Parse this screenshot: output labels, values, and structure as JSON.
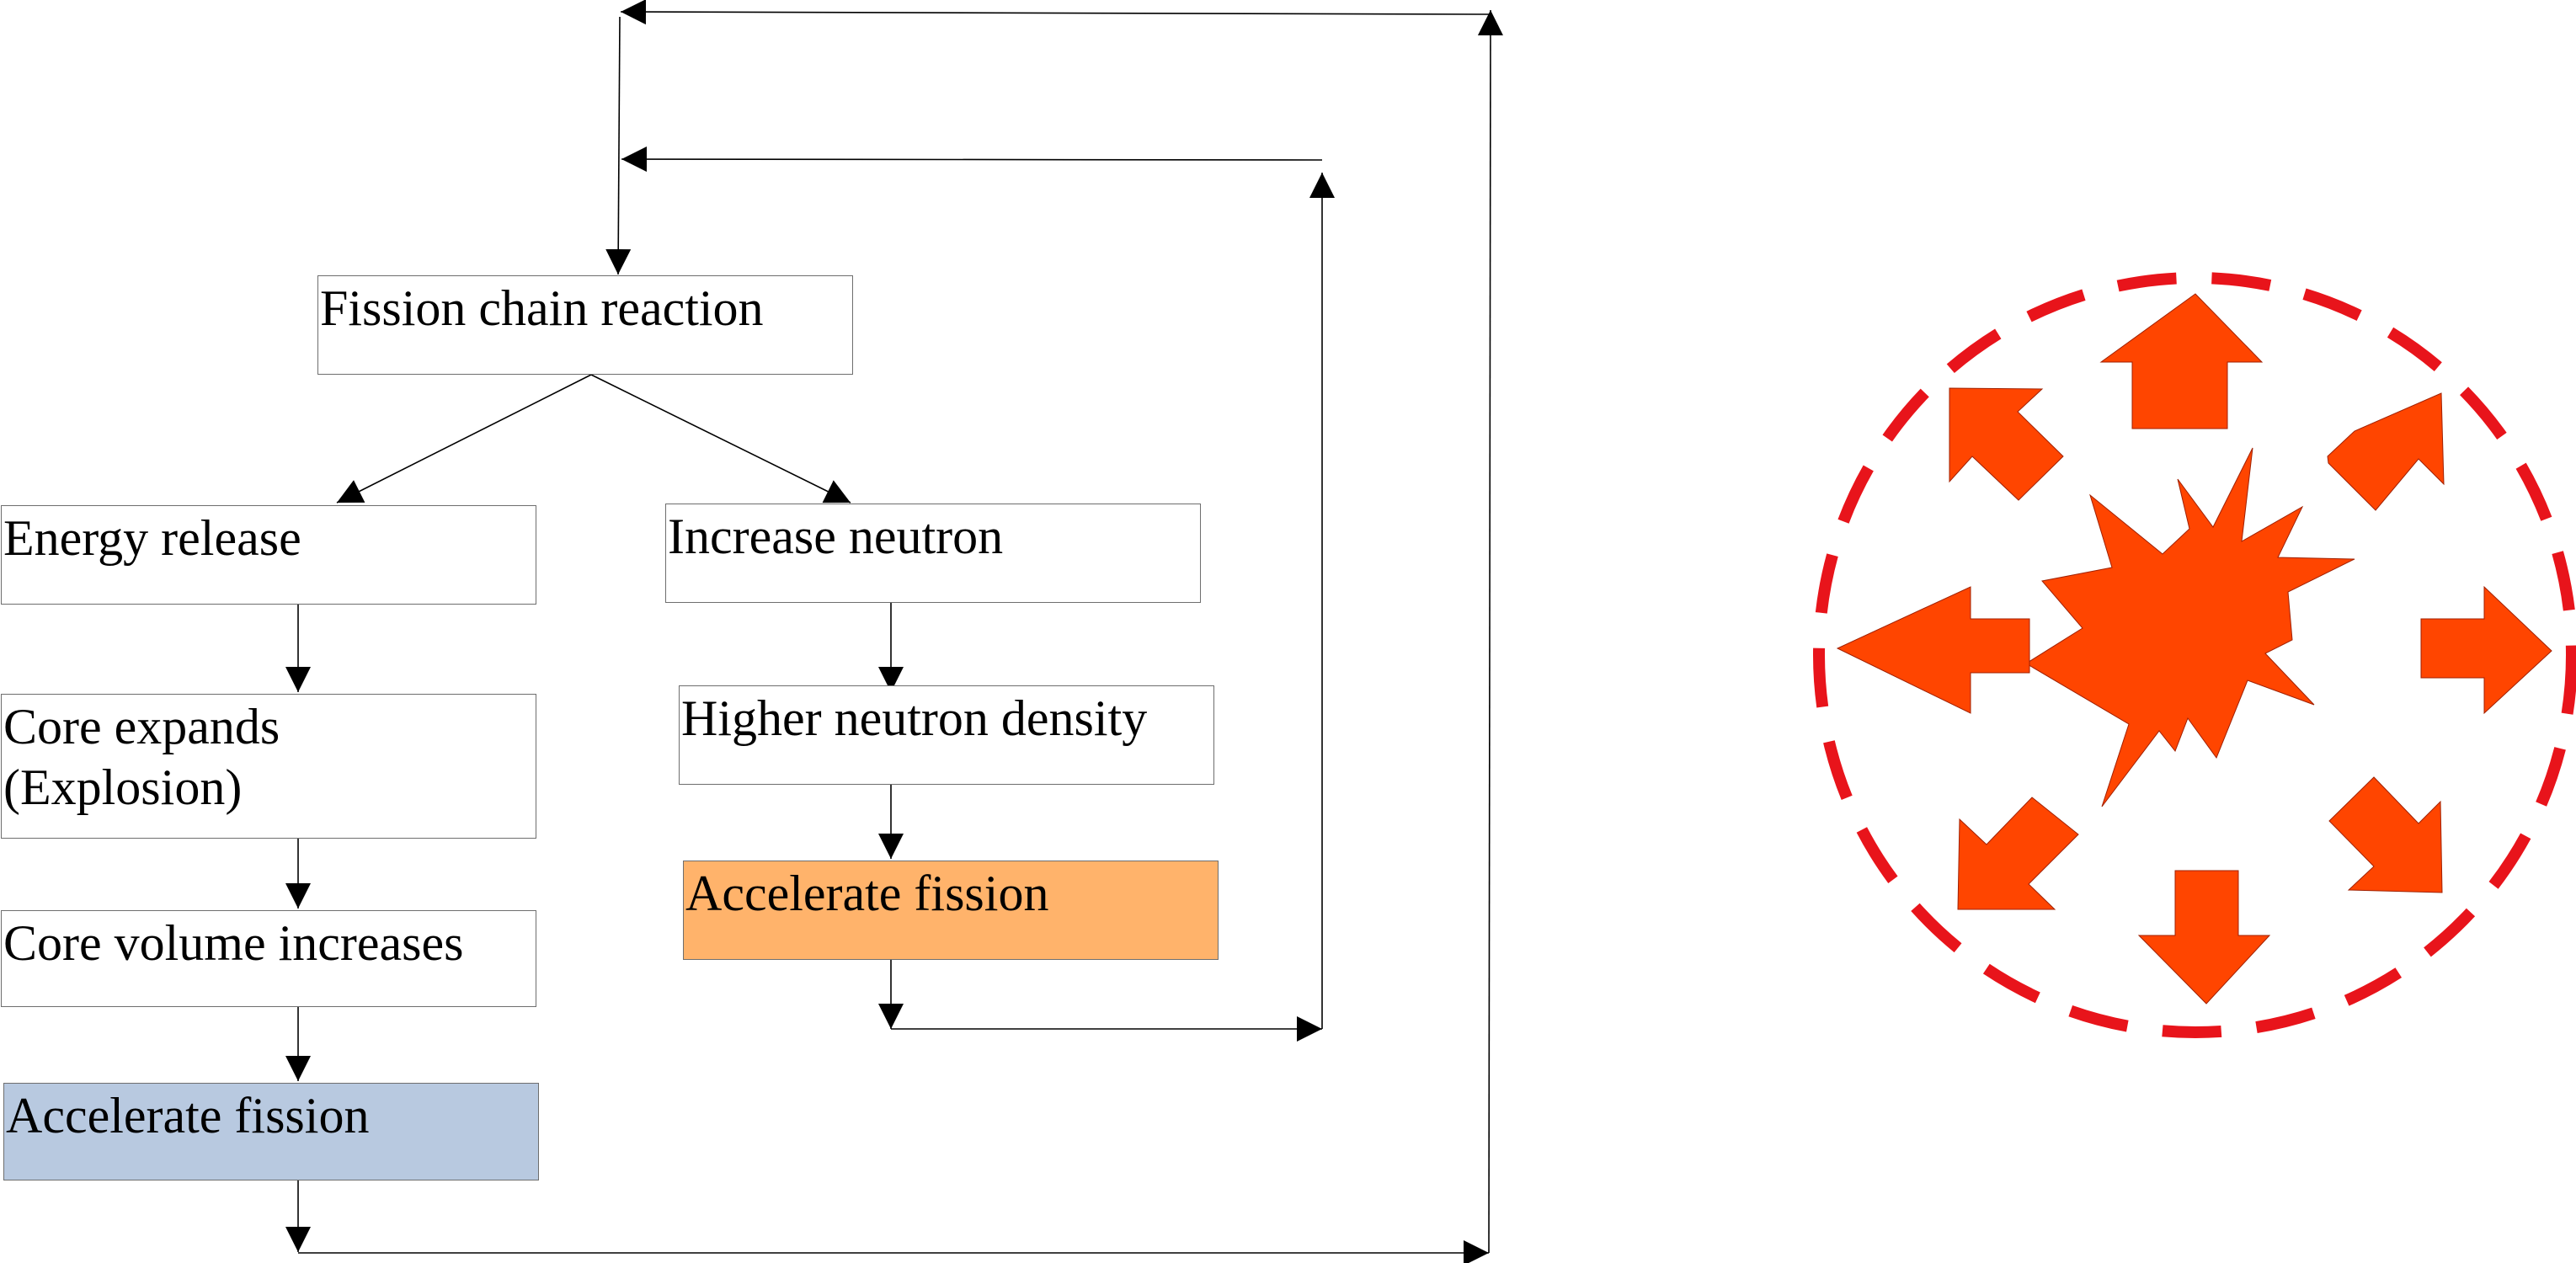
{
  "nodes": {
    "fission_chain_reaction": "Fission chain reaction",
    "energy_release": "Energy release",
    "core_expands": "Core expands\n(Explosion)",
    "core_volume_increases": "Core volume increases",
    "accelerate_fission_left": "Accelerate fission",
    "increase_neutron": "Increase neutron",
    "higher_neutron_density": "Higher neutron density",
    "accelerate_fission_right": "Accelerate fission"
  },
  "colors": {
    "orange_box": "#ffb36b",
    "blue_box": "#b8c9e0",
    "explosion": "#ff4500",
    "dashed_circle": "#e8141b",
    "line": "#000000"
  },
  "icons": [
    "explosion-icon",
    "arrow-up-icon",
    "arrow-down-icon",
    "arrow-left-icon",
    "arrow-right-icon",
    "arrow-up-left-icon",
    "arrow-up-right-icon",
    "arrow-down-left-icon",
    "arrow-down-right-icon"
  ]
}
